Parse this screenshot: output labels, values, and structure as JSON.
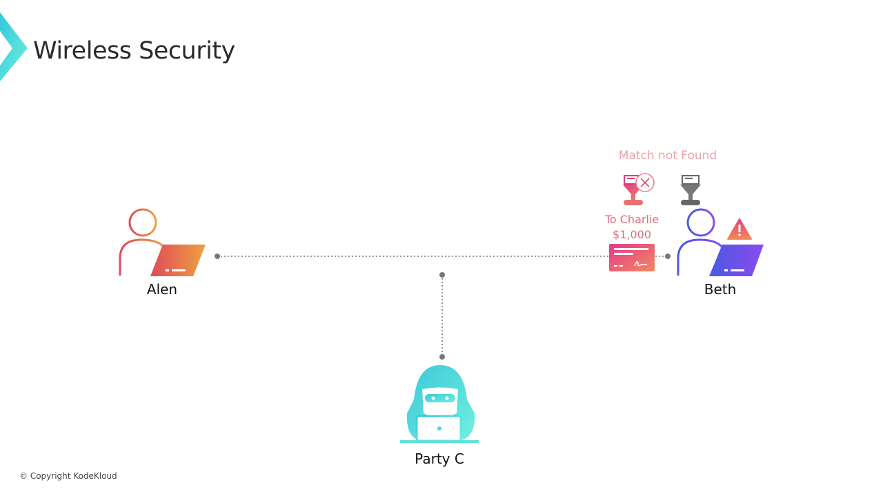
{
  "slide": {
    "title": "Wireless Security",
    "copyright": "© Copyright KodeKloud"
  },
  "actors": {
    "alen": {
      "label": "Alen",
      "color": "#e4704a"
    },
    "beth": {
      "label": "Beth",
      "color": "#6a4ef0"
    },
    "party_c": {
      "label": "Party C",
      "color": "#4fd6d8"
    }
  },
  "message": {
    "line1": "To Charlie",
    "line2": "$1,000",
    "verification_status": "Match not Found"
  },
  "icons": [
    "logo-chevron",
    "user-laptop-icon",
    "hacker-icon",
    "cheque-icon",
    "filter-icon",
    "close-icon",
    "warning-icon"
  ]
}
